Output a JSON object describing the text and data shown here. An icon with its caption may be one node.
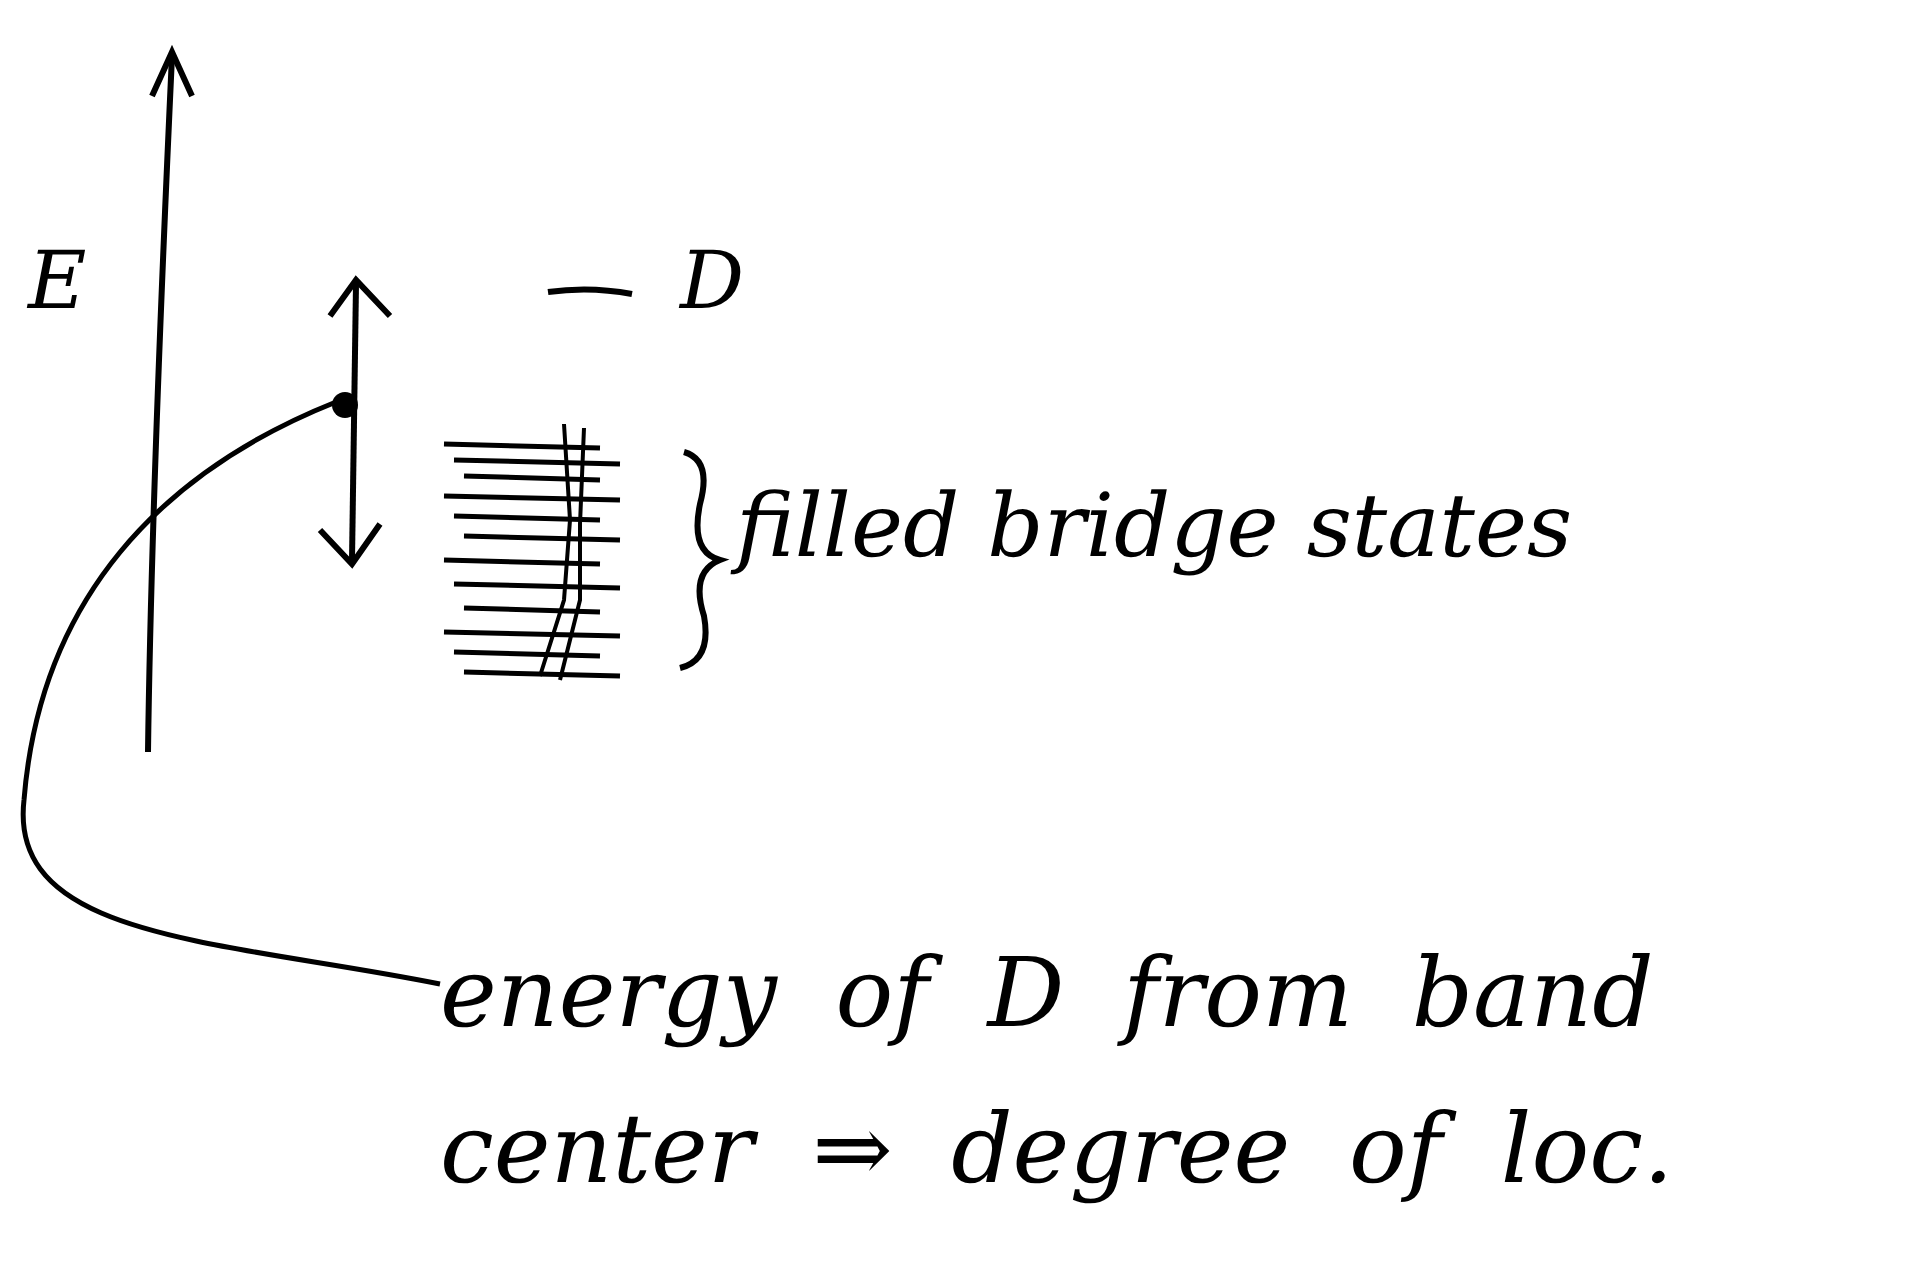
{
  "diagram": {
    "nodes": [
      {
        "text": [],
        "shape": "circle"
      },
      {
        "text": [
          "energy of D from band center ⇒ degree of loc."
        ]
      }
    ],
    "edges": [
      {
        "from": 1,
        "to": 0,
        "arrow": "none"
      }
    ],
    "labels": [
      "E",
      "D",
      "filled bridge states"
    ]
  }
}
